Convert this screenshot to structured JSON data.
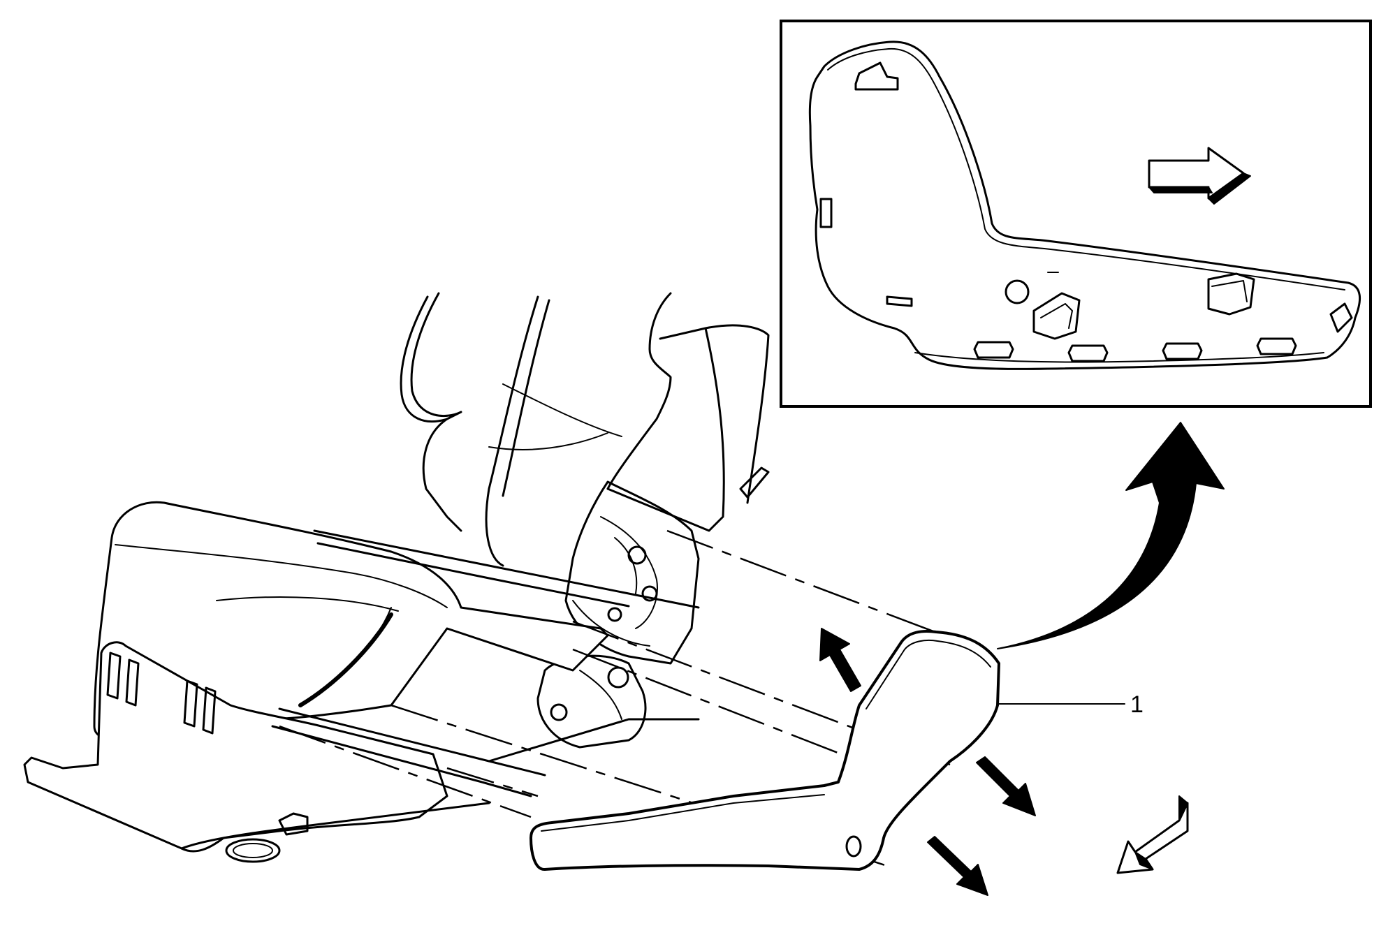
{
  "callout": {
    "label": "1"
  },
  "colors": {
    "line": "#000000",
    "background": "#ffffff"
  },
  "icons": {
    "direction_arrow": "outlined-block-arrow",
    "removal_arrow": "solid-arrow",
    "flow_arrow": "curved-solid-arrow"
  }
}
